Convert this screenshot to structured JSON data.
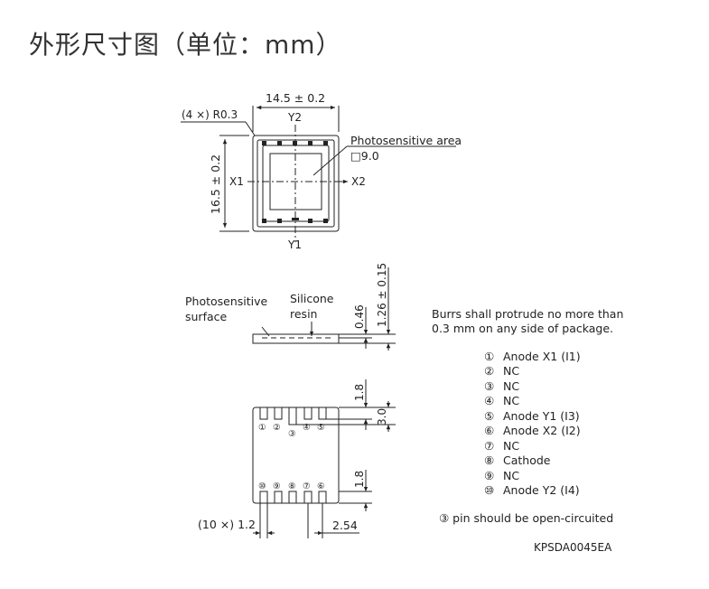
{
  "title": "外形尺寸图（单位：mm）",
  "top_view": {
    "width_dim": "14.5 ± 0.2",
    "height_dim": "16.5 ± 0.2",
    "corner": "(4 ×) R0.3",
    "axis_y_top": "Y2",
    "axis_y_bottom": "Y1",
    "axis_x_left": "X1",
    "axis_x_right": "X2",
    "area_label": "Photosensitive area",
    "area_size": "□9.0"
  },
  "side_view": {
    "label_surface_1": "Photosensitive",
    "label_surface_2": "surface",
    "label_resin_1": "Silicone",
    "label_resin_2": "resin",
    "dim_thin": "0.46",
    "dim_total": "1.26 ± 0.15"
  },
  "bottom_view": {
    "dim_pad_top": "1.8",
    "dim_pad_mid": "3.0",
    "dim_pad_bottom": "1.8",
    "dim_pitch_label": "(10 ×) 1.2",
    "dim_spacing": "2.54",
    "top_pins": [
      "①",
      "②",
      "③",
      "④",
      "⑤"
    ],
    "bottom_pins": [
      "⑩",
      "⑨",
      "⑧",
      "⑦",
      "⑥"
    ]
  },
  "note_burrs_1": "Burrs shall protrude no more than",
  "note_burrs_2": "0.3 mm on any side of package.",
  "pin_list": [
    {
      "num": "①",
      "name": "Anode X1 (I1)"
    },
    {
      "num": "②",
      "name": "NC"
    },
    {
      "num": "③",
      "name": "NC"
    },
    {
      "num": "④",
      "name": "NC"
    },
    {
      "num": "⑤",
      "name": "Anode Y1 (I3)"
    },
    {
      "num": "⑥",
      "name": "Anode X2 (I2)"
    },
    {
      "num": "⑦",
      "name": "NC"
    },
    {
      "num": "⑧",
      "name": "Cathode"
    },
    {
      "num": "⑨",
      "name": "NC"
    },
    {
      "num": "⑩",
      "name": "Anode Y2 (I4)"
    }
  ],
  "pin_note": "③ pin should be open-circuited",
  "drawing_code": "KPSDA0045EA"
}
